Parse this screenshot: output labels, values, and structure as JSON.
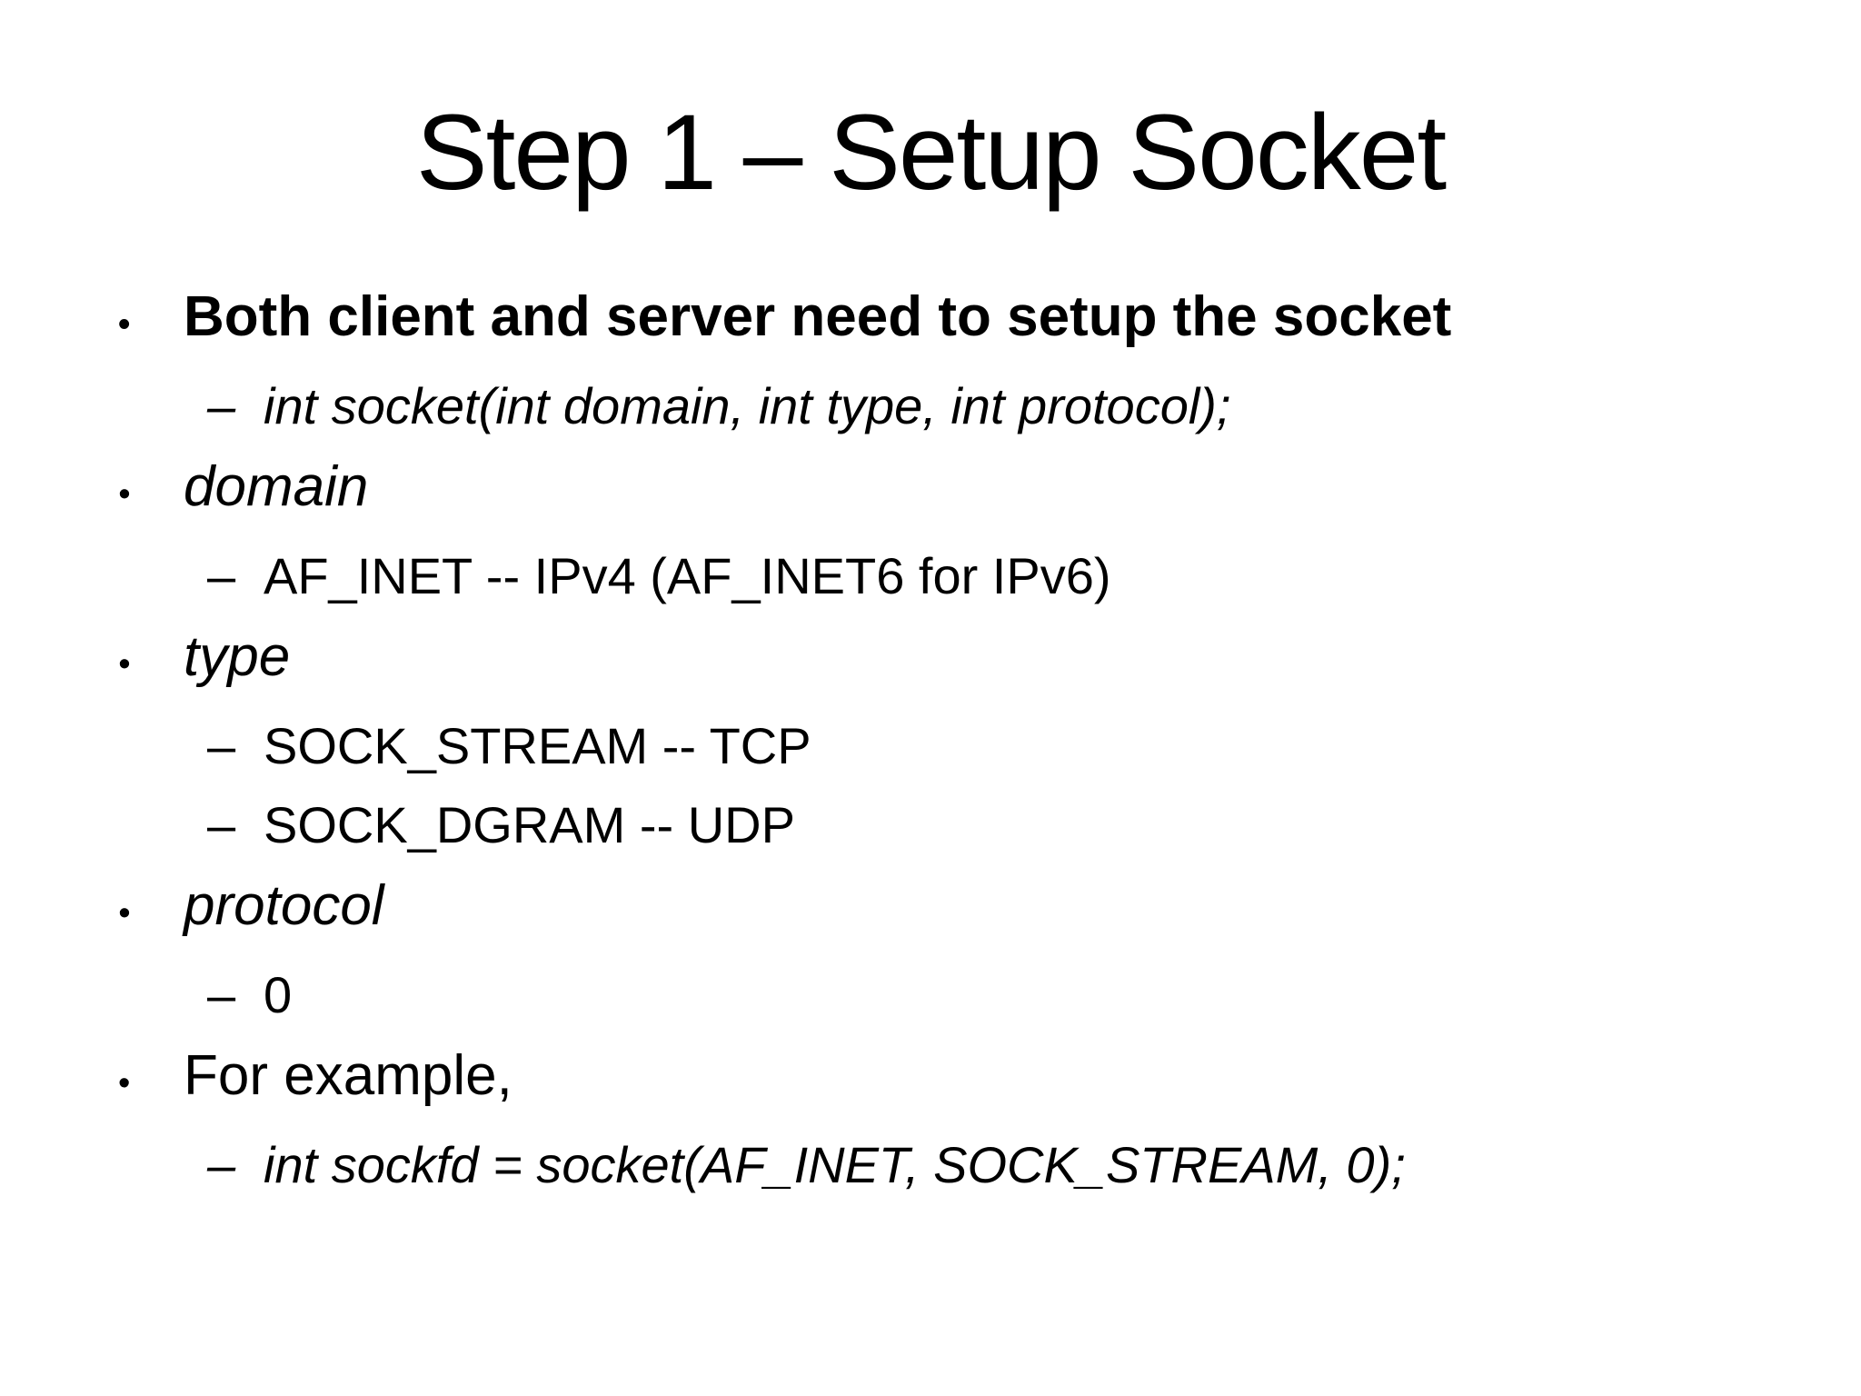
{
  "slide": {
    "title": "Step 1 – Setup Socket",
    "markers": {
      "level1": "•",
      "level2": "–"
    },
    "colors": {
      "background": "#ffffff",
      "text": "#000000"
    },
    "bullets": [
      {
        "level": 1,
        "style": "bold",
        "text": "Both client and server need to setup the socket"
      },
      {
        "level": 2,
        "style": "italic",
        "text": "int socket(int domain, int type, int protocol);"
      },
      {
        "level": 1,
        "style": "italic",
        "text": "domain"
      },
      {
        "level": 2,
        "style": "regular",
        "text": "AF_INET -- IPv4 (AF_INET6 for IPv6)"
      },
      {
        "level": 1,
        "style": "italic",
        "text": "type"
      },
      {
        "level": 2,
        "style": "regular",
        "text": "SOCK_STREAM -- TCP"
      },
      {
        "level": 2,
        "style": "regular",
        "text": "SOCK_DGRAM -- UDP"
      },
      {
        "level": 1,
        "style": "italic",
        "text": "protocol"
      },
      {
        "level": 2,
        "style": "regular",
        "text": "0"
      },
      {
        "level": 1,
        "style": "regular",
        "text": "For example,"
      },
      {
        "level": 2,
        "style": "italic",
        "text": "int sockfd = socket(AF_INET, SOCK_STREAM, 0);"
      }
    ]
  }
}
